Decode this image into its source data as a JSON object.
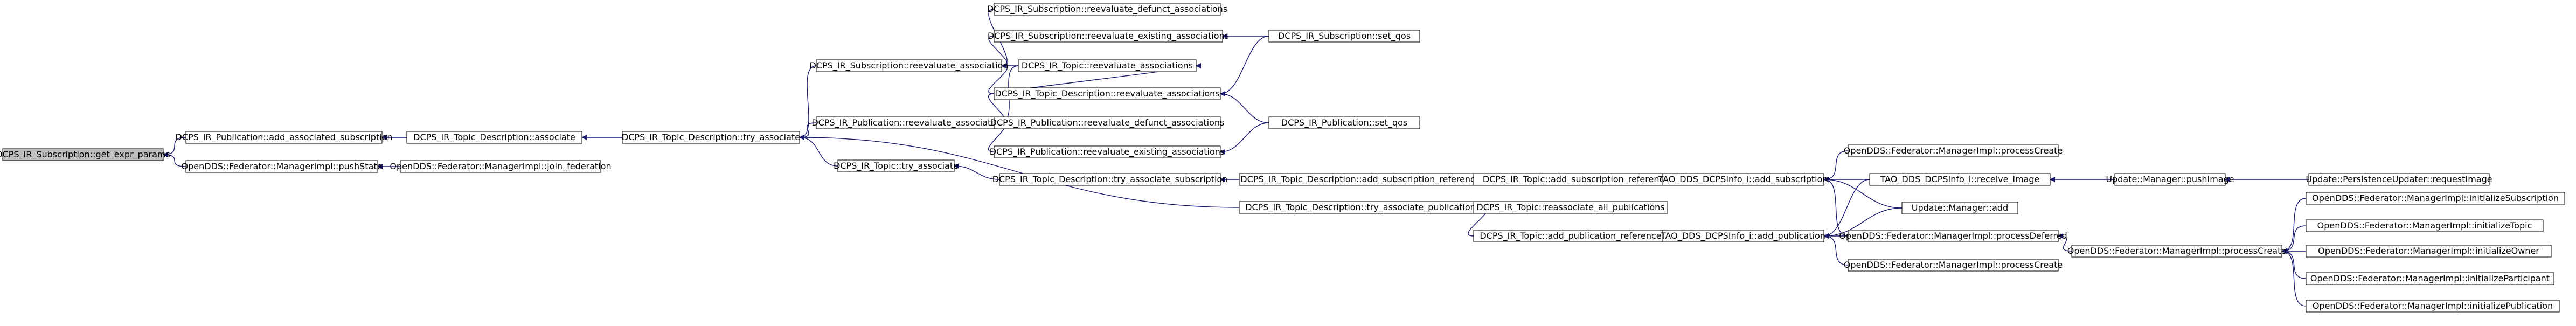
{
  "diagram": {
    "kind": "call-graph",
    "edge_color": "#191970",
    "node_fill": "#ffffff",
    "root_fill": "#bfbfbf",
    "nodes": [
      {
        "id": "n1",
        "label": "DCPS_IR_Subscription::get_expr_params",
        "root": true
      },
      {
        "id": "n2",
        "label": "DCPS_IR_Publication::add_associated_subscription"
      },
      {
        "id": "n3",
        "label": "OpenDDS::Federator::ManagerImpl::pushState"
      },
      {
        "id": "n4",
        "label": "DCPS_IR_Topic_Description::associate"
      },
      {
        "id": "n5",
        "label": "OpenDDS::Federator::ManagerImpl::join_federation"
      },
      {
        "id": "n6",
        "label": "DCPS_IR_Topic_Description::try_associate"
      },
      {
        "id": "n7",
        "label": "DCPS_IR_Subscription::reevaluate_association"
      },
      {
        "id": "n8",
        "label": "DCPS_IR_Publication::reevaluate_association"
      },
      {
        "id": "n9",
        "label": "DCPS_IR_Topic::try_associate"
      },
      {
        "id": "n10",
        "label": "DCPS_IR_Topic_Description::try_associate_publication"
      },
      {
        "id": "n11",
        "label": "DCPS_IR_Subscription::reevaluate_defunct_associations"
      },
      {
        "id": "n12",
        "label": "DCPS_IR_Subscription::reevaluate_existing_associations"
      },
      {
        "id": "n13",
        "label": "DCPS_IR_Topic::reevaluate_associations"
      },
      {
        "id": "n14",
        "label": "DCPS_IR_Topic_Description::reevaluate_associations"
      },
      {
        "id": "n15",
        "label": "DCPS_IR_Publication::reevaluate_defunct_associations"
      },
      {
        "id": "n16",
        "label": "DCPS_IR_Publication::reevaluate_existing_associations"
      },
      {
        "id": "n17",
        "label": "DCPS_IR_Topic_Description::try_associate_subscription"
      },
      {
        "id": "n18",
        "label": "DCPS_IR_Subscription::set_qos"
      },
      {
        "id": "n19",
        "label": "DCPS_IR_Publication::set_qos"
      },
      {
        "id": "n20",
        "label": "DCPS_IR_Topic_Description::add_subscription_reference"
      },
      {
        "id": "n21",
        "label": "DCPS_IR_Topic::add_subscription_reference"
      },
      {
        "id": "n22",
        "label": "DCPS_IR_Topic::reassociate_all_publications"
      },
      {
        "id": "n23",
        "label": "DCPS_IR_Topic::add_publication_reference"
      },
      {
        "id": "n24",
        "label": "TAO_DDS_DCPSInfo_i::add_subscription"
      },
      {
        "id": "n25",
        "label": "TAO_DDS_DCPSInfo_i::add_publication"
      },
      {
        "id": "n26",
        "label": "OpenDDS::Federator::ManagerImpl::processCreate"
      },
      {
        "id": "n27",
        "label": "TAO_DDS_DCPSInfo_i::receive_image"
      },
      {
        "id": "n28",
        "label": "Update::Manager::add"
      },
      {
        "id": "n29",
        "label": "OpenDDS::Federator::ManagerImpl::processDeferred"
      },
      {
        "id": "n30",
        "label": "OpenDDS::Federator::ManagerImpl::processCreate"
      },
      {
        "id": "n31",
        "label": "Update::Manager::pushImage"
      },
      {
        "id": "n32",
        "label": "Update::PersistenceUpdater::requestImage"
      },
      {
        "id": "n33",
        "label": "OpenDDS::Federator::ManagerImpl::processCreate"
      },
      {
        "id": "n34",
        "label": "OpenDDS::Federator::ManagerImpl::initializeSubscription"
      },
      {
        "id": "n35",
        "label": "OpenDDS::Federator::ManagerImpl::initializeTopic"
      },
      {
        "id": "n36",
        "label": "OpenDDS::Federator::ManagerImpl::initializeOwner"
      },
      {
        "id": "n37",
        "label": "OpenDDS::Federator::ManagerImpl::initializeParticipant"
      },
      {
        "id": "n38",
        "label": "OpenDDS::Federator::ManagerImpl::initializePublication"
      }
    ],
    "edges": [
      {
        "from": "n2",
        "to": "n1"
      },
      {
        "from": "n3",
        "to": "n1"
      },
      {
        "from": "n4",
        "to": "n2"
      },
      {
        "from": "n5",
        "to": "n3"
      },
      {
        "from": "n6",
        "to": "n4"
      },
      {
        "from": "n7",
        "to": "n6"
      },
      {
        "from": "n8",
        "to": "n6"
      },
      {
        "from": "n9",
        "to": "n6"
      },
      {
        "from": "n10",
        "to": "n6"
      },
      {
        "from": "n11",
        "to": "n7"
      },
      {
        "from": "n12",
        "to": "n7"
      },
      {
        "from": "n13",
        "to": "n7"
      },
      {
        "from": "n14",
        "to": "n7"
      },
      {
        "from": "n13",
        "to": "n8"
      },
      {
        "from": "n14",
        "to": "n8"
      },
      {
        "from": "n15",
        "to": "n8"
      },
      {
        "from": "n16",
        "to": "n8"
      },
      {
        "from": "n17",
        "to": "n9"
      },
      {
        "from": "n18",
        "to": "n12"
      },
      {
        "from": "n14",
        "to": "n13"
      },
      {
        "from": "n18",
        "to": "n14"
      },
      {
        "from": "n19",
        "to": "n14"
      },
      {
        "from": "n19",
        "to": "n16"
      },
      {
        "from": "n20",
        "to": "n17"
      },
      {
        "from": "n21",
        "to": "n20"
      },
      {
        "from": "n22",
        "to": "n10"
      },
      {
        "from": "n23",
        "to": "n10"
      },
      {
        "from": "n24",
        "to": "n21"
      },
      {
        "from": "n25",
        "to": "n23"
      },
      {
        "from": "n26",
        "to": "n24"
      },
      {
        "from": "n27",
        "to": "n24"
      },
      {
        "from": "n28",
        "to": "n24"
      },
      {
        "from": "n29",
        "to": "n24"
      },
      {
        "from": "n27",
        "to": "n25"
      },
      {
        "from": "n28",
        "to": "n25"
      },
      {
        "from": "n29",
        "to": "n25"
      },
      {
        "from": "n30",
        "to": "n25"
      },
      {
        "from": "n31",
        "to": "n27"
      },
      {
        "from": "n32",
        "to": "n31"
      },
      {
        "from": "n33",
        "to": "n29"
      },
      {
        "from": "n34",
        "to": "n33"
      },
      {
        "from": "n35",
        "to": "n33"
      },
      {
        "from": "n36",
        "to": "n33"
      },
      {
        "from": "n37",
        "to": "n33"
      },
      {
        "from": "n38",
        "to": "n33"
      }
    ]
  }
}
